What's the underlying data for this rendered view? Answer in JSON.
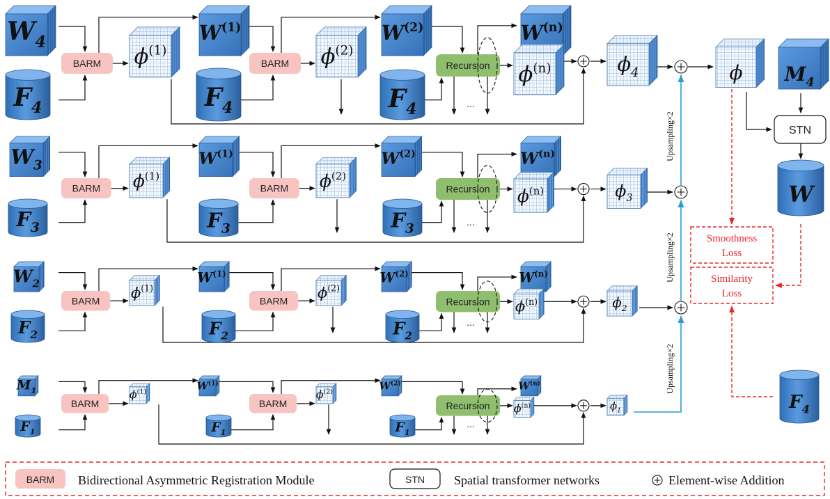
{
  "colors": {
    "cube_blue": "#4a86c8",
    "barm_fill": "#f8c4c2",
    "recursion_fill": "#8fbf6e",
    "loss_red": "#e8262a",
    "upsample_blue": "#2b9bd8"
  },
  "icons": {
    "volume": "blue-cube-icon",
    "image": "blue-cylinder-icon",
    "field": "grid-cube-icon",
    "add": "circled-plus-icon"
  },
  "modules": {
    "barm": "BARM",
    "recursion": "Recursion",
    "stn": "STN",
    "ellipsis": "..."
  },
  "scales": [
    {
      "level": 4,
      "W": "W",
      "F": "F",
      "sub": "4",
      "W1": "W",
      "W1_sup": "(1)",
      "W2": "W",
      "W2_sup": "(2)",
      "Wn": "W",
      "Wn_sup": "(n)",
      "phi1": "ϕ",
      "phi1_sup": "(1)",
      "phi2": "ϕ",
      "phi2_sup": "(2)",
      "phin": "ϕ",
      "phin_sup": "(n)",
      "phi": "ϕ"
    },
    {
      "level": 3,
      "W": "W",
      "F": "F",
      "sub": "3",
      "W1": "W",
      "W1_sup": "(1)",
      "W2": "W",
      "W2_sup": "(2)",
      "Wn": "W",
      "Wn_sup": "(n)",
      "phi1": "ϕ",
      "phi1_sup": "(1)",
      "phi2": "ϕ",
      "phi2_sup": "(2)",
      "phin": "ϕ",
      "phin_sup": "(n)",
      "phi": "ϕ"
    },
    {
      "level": 2,
      "W": "W",
      "F": "F",
      "sub": "2",
      "W1": "W",
      "W1_sup": "(1)",
      "W2": "W",
      "W2_sup": "(2)",
      "Wn": "W",
      "Wn_sup": "(n)",
      "phi1": "ϕ",
      "phi1_sup": "(1)",
      "phi2": "ϕ",
      "phi2_sup": "(2)",
      "phin": "ϕ",
      "phin_sup": "(n)",
      "phi": "ϕ"
    },
    {
      "level": 1,
      "W": "M",
      "F": "F",
      "sub": "1",
      "W1": "W",
      "W1_sup": "(1)",
      "W2": "W",
      "W2_sup": "(2)",
      "Wn": "W",
      "Wn_sup": "(n)",
      "phi1": "ϕ",
      "phi1_sup": "(1)",
      "phi2": "ϕ",
      "phi2_sup": "(2)",
      "phin": "ϕ",
      "phin_sup": "(n)",
      "phi": "ϕ"
    }
  ],
  "upsampling": [
    "Upsampling×2",
    "Upsampling×2",
    "Upsampling×2"
  ],
  "right": {
    "phi": "ϕ",
    "M": "M",
    "M_sub": "4",
    "W": "W",
    "F": "F",
    "F_sub": "4"
  },
  "losses": {
    "smoothness": [
      "Smoothness",
      "Loss"
    ],
    "similarity": [
      "Similarity",
      "Loss"
    ]
  },
  "legend": {
    "barm_tag": "BARM",
    "barm_desc": "Bidirectional Asymmetric Registration Module",
    "stn_tag": "STN",
    "stn_desc": "Spatial transformer networks",
    "add_desc": "Element-wise Addition"
  }
}
